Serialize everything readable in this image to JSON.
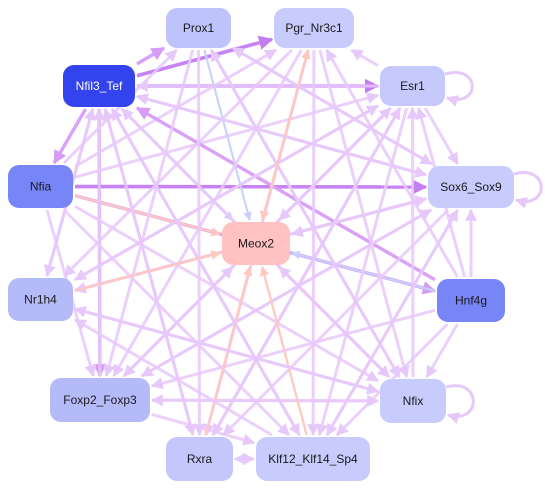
{
  "nodes": [
    {
      "id": "prox1",
      "label": "Prox1",
      "fill": "#bfc3fb",
      "text": "#1a1a1a"
    },
    {
      "id": "pgr",
      "label": "Pgr_Nr3c1",
      "fill": "#c8ccfc",
      "text": "#1a1a1a"
    },
    {
      "id": "nfil3",
      "label": "Nfil3_Tef",
      "fill": "#3344ee",
      "text": "#ffffff"
    },
    {
      "id": "esr1",
      "label": "Esr1",
      "fill": "#c6c9fb",
      "text": "#1a1a1a"
    },
    {
      "id": "nfia",
      "label": "Nfia",
      "fill": "#7785f6",
      "text": "#1a1a1a"
    },
    {
      "id": "sox6",
      "label": "Sox6_Sox9",
      "fill": "#c8ccfc",
      "text": "#1a1a1a"
    },
    {
      "id": "meox2",
      "label": "Meox2",
      "fill": "#ffc2c0",
      "text": "#1a1a1a"
    },
    {
      "id": "nr1h4",
      "label": "Nr1h4",
      "fill": "#b5baf9",
      "text": "#1a1a1a"
    },
    {
      "id": "hnf4g",
      "label": "Hnf4g",
      "fill": "#7785f6",
      "text": "#1a1a1a"
    },
    {
      "id": "foxp2",
      "label": "Foxp2_Foxp3",
      "fill": "#b5baf9",
      "text": "#1a1a1a"
    },
    {
      "id": "nfix",
      "label": "Nfix",
      "fill": "#c8ccfc",
      "text": "#1a1a1a"
    },
    {
      "id": "rxra",
      "label": "Rxra",
      "fill": "#c3c7fb",
      "text": "#1a1a1a"
    },
    {
      "id": "klf",
      "label": "Klf12_Klf14_Sp4",
      "fill": "#c8ccfc",
      "text": "#1a1a1a"
    }
  ],
  "edge_colors": {
    "light": "#e7c8fb",
    "medium": "#d79cf7",
    "strong": "#c47cf2",
    "salmon": "#ffc7bd",
    "blue": "#c8d0fb"
  },
  "edges": [
    [
      "nfil3",
      "esr1",
      "strong"
    ],
    [
      "nfil3",
      "pgr",
      "strong"
    ],
    [
      "nfil3",
      "prox1",
      "medium"
    ],
    [
      "nfil3",
      "sox6",
      "light"
    ],
    [
      "nfil3",
      "nfix",
      "light"
    ],
    [
      "nfil3",
      "klf",
      "light"
    ],
    [
      "nfil3",
      "rxra",
      "light"
    ],
    [
      "nfil3",
      "foxp2",
      "medium"
    ],
    [
      "nfil3",
      "nr1h4",
      "light"
    ],
    [
      "nfil3",
      "nfia",
      "medium"
    ],
    [
      "nfil3",
      "meox2",
      "blue"
    ],
    [
      "nfia",
      "sox6",
      "strong"
    ],
    [
      "nfia",
      "hnf4g",
      "medium"
    ],
    [
      "nfia",
      "meox2",
      "salmon"
    ],
    [
      "nfia",
      "esr1",
      "light"
    ],
    [
      "nfia",
      "prox1",
      "light"
    ],
    [
      "nfia",
      "nfix",
      "light"
    ],
    [
      "nfia",
      "klf",
      "light"
    ],
    [
      "nfia",
      "foxp2",
      "light"
    ],
    [
      "nfia",
      "pgr",
      "light"
    ],
    [
      "hnf4g",
      "nfil3",
      "medium"
    ],
    [
      "hnf4g",
      "meox2",
      "blue"
    ],
    [
      "hnf4g",
      "nfix",
      "light"
    ],
    [
      "hnf4g",
      "sox6",
      "light"
    ],
    [
      "hnf4g",
      "foxp2",
      "light"
    ],
    [
      "hnf4g",
      "klf",
      "light"
    ],
    [
      "hnf4g",
      "pgr",
      "light"
    ],
    [
      "hnf4g",
      "esr1",
      "light"
    ],
    [
      "esr1",
      "pgr",
      "light"
    ],
    [
      "esr1",
      "nfil3",
      "light"
    ],
    [
      "esr1",
      "foxp2",
      "light"
    ],
    [
      "esr1",
      "rxra",
      "light"
    ],
    [
      "esr1",
      "nr1h4",
      "light"
    ],
    [
      "esr1",
      "klf",
      "light"
    ],
    [
      "esr1",
      "sox6",
      "light"
    ],
    [
      "esr1",
      "meox2",
      "light"
    ],
    [
      "sox6",
      "nfil3",
      "light"
    ],
    [
      "sox6",
      "foxp2",
      "light"
    ],
    [
      "sox6",
      "rxra",
      "light"
    ],
    [
      "sox6",
      "nr1h4",
      "light"
    ],
    [
      "sox6",
      "klf",
      "light"
    ],
    [
      "sox6",
      "prox1",
      "light"
    ],
    [
      "sox6",
      "meox2",
      "light"
    ],
    [
      "prox1",
      "nfix",
      "light"
    ],
    [
      "prox1",
      "rxra",
      "light"
    ],
    [
      "prox1",
      "foxp2",
      "light"
    ],
    [
      "prox1",
      "sox6",
      "light"
    ],
    [
      "prox1",
      "meox2",
      "blue"
    ],
    [
      "pgr",
      "rxra",
      "light"
    ],
    [
      "pgr",
      "foxp2",
      "light"
    ],
    [
      "pgr",
      "klf",
      "light"
    ],
    [
      "pgr",
      "nr1h4",
      "light"
    ],
    [
      "pgr",
      "nfix",
      "light"
    ],
    [
      "pgr",
      "meox2",
      "salmon"
    ],
    [
      "foxp2",
      "nfil3",
      "light"
    ],
    [
      "foxp2",
      "esr1",
      "light"
    ],
    [
      "foxp2",
      "sox6",
      "light"
    ],
    [
      "foxp2",
      "klf",
      "light"
    ],
    [
      "foxp2",
      "nfix",
      "light"
    ],
    [
      "foxp2",
      "meox2",
      "light"
    ],
    [
      "nfix",
      "nfil3",
      "light"
    ],
    [
      "nfix",
      "prox1",
      "light"
    ],
    [
      "nfix",
      "esr1",
      "light"
    ],
    [
      "nfix",
      "nr1h4",
      "light"
    ],
    [
      "nfix",
      "foxp2",
      "light"
    ],
    [
      "nfix",
      "meox2",
      "light"
    ],
    [
      "rxra",
      "nfil3",
      "light"
    ],
    [
      "rxra",
      "esr1",
      "light"
    ],
    [
      "rxra",
      "klf",
      "light"
    ],
    [
      "rxra",
      "meox2",
      "salmon"
    ],
    [
      "klf",
      "nfil3",
      "light"
    ],
    [
      "klf",
      "sox6",
      "light"
    ],
    [
      "klf",
      "nr1h4",
      "light"
    ],
    [
      "klf",
      "rxra",
      "light"
    ],
    [
      "klf",
      "meox2",
      "salmon"
    ],
    [
      "nr1h4",
      "nfil3",
      "light"
    ],
    [
      "nr1h4",
      "esr1",
      "light"
    ],
    [
      "nr1h4",
      "sox6",
      "light"
    ],
    [
      "nr1h4",
      "nfix",
      "light"
    ],
    [
      "nr1h4",
      "meox2",
      "salmon"
    ],
    [
      "meox2",
      "pgr",
      "salmon"
    ]
  ],
  "self_loops": [
    "esr1",
    "sox6",
    "nfix"
  ]
}
